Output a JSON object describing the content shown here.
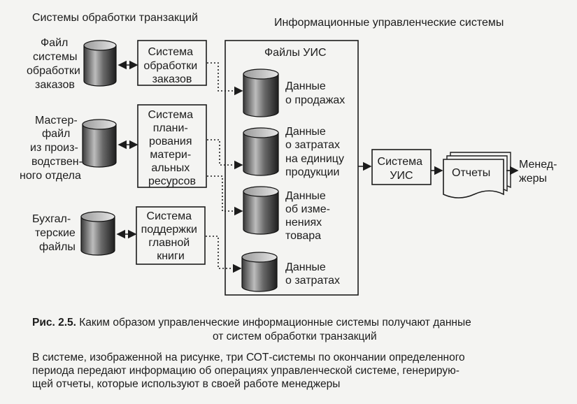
{
  "headers": {
    "left": "Системы обработки транзакций",
    "right": "Информационные управленческие системы"
  },
  "sources": [
    {
      "lines": [
        "Файл",
        "системы",
        "обработки",
        "заказов"
      ]
    },
    {
      "lines": [
        "Мастер-",
        "файл",
        "из произ-",
        "водствен-",
        "ного отдела"
      ]
    },
    {
      "lines": [
        "Бухгал-",
        "терские",
        "файлы"
      ]
    }
  ],
  "tps": [
    {
      "lines": [
        "Система",
        "обработки",
        "заказов"
      ]
    },
    {
      "lines": [
        "Система",
        "плани-",
        "рования",
        "матери-",
        "альных",
        "ресурсов"
      ]
    },
    {
      "lines": [
        "Система",
        "поддержки",
        "главной",
        "книги"
      ]
    }
  ],
  "mis_files_title": "Файлы УИС",
  "mis_files": [
    {
      "lines": [
        "Данные",
        "о продажах"
      ]
    },
    {
      "lines": [
        "Данные",
        "о затратах",
        "на единицу",
        "продукции"
      ]
    },
    {
      "lines": [
        "Данные",
        "об изме-",
        "нениях",
        "товара"
      ]
    },
    {
      "lines": [
        "Данные",
        "о затратах"
      ]
    }
  ],
  "mis_system": {
    "lines": [
      "Система",
      "УИС"
    ]
  },
  "reports": "Отчеты",
  "managers": {
    "lines": [
      "Менед-",
      "жеры"
    ]
  },
  "caption": {
    "label": "Рис. 2.5.",
    "text": "Каким образом управленческие информационные системы получают данные",
    "text2": "от систем обработки транзакций"
  },
  "paragraph": [
    "В системе, изображенной на рисунке, три СОТ-системы по окончании определенного",
    "периода передают информацию об операциях управленческой системе, генерирую-",
    "щей отчеты, которые используют в своей работе менеджеры"
  ]
}
